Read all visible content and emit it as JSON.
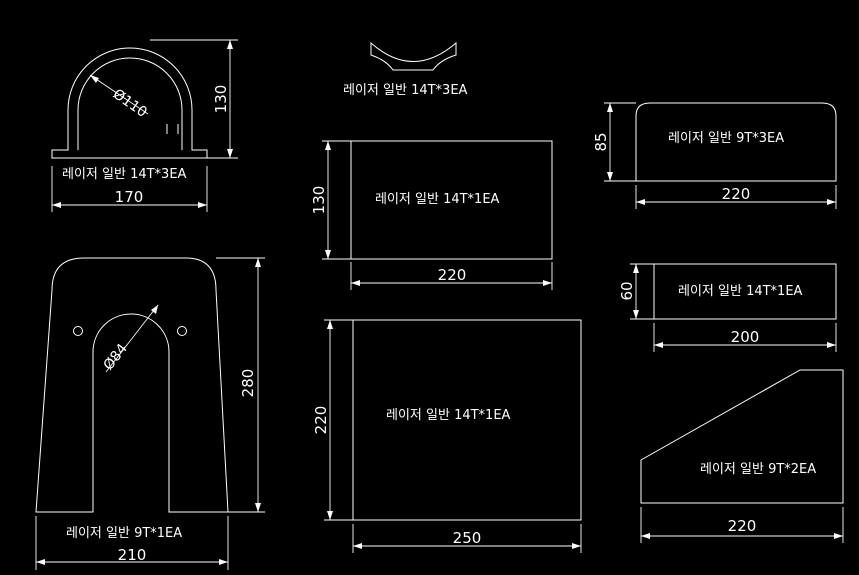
{
  "parts": {
    "saddle_top": {
      "label": "레이저 일반 14T*3EA",
      "dims": {
        "diameter": "Ø110",
        "height": "130",
        "width": "170"
      }
    },
    "small_arc": {
      "label": "레이저 일반 14T*3EA"
    },
    "rect_220x130": {
      "label": "레이저 일반 14T*1EA",
      "dims": {
        "height": "130",
        "width": "220"
      }
    },
    "rounded_220x85": {
      "label": "레이저 일반 9T*3EA",
      "dims": {
        "height": "85",
        "width": "220"
      }
    },
    "saddle_large": {
      "label": "레이저 일반 9T*1EA",
      "dims": {
        "diameter": "Ø84",
        "height": "280",
        "width": "210"
      }
    },
    "rect_250x220": {
      "label": "레이저 일반 14T*1EA",
      "dims": {
        "height": "220",
        "width": "250"
      }
    },
    "rect_200x60": {
      "label": "레이저 일반 14T*1EA",
      "dims": {
        "height": "60",
        "width": "200"
      }
    },
    "wedge_220": {
      "label": "레이저 일반 9T*2EA",
      "dims": {
        "width": "220"
      }
    }
  },
  "colors": {
    "background": "#000000",
    "stroke": "#ffffff",
    "text": "#ffffff"
  }
}
